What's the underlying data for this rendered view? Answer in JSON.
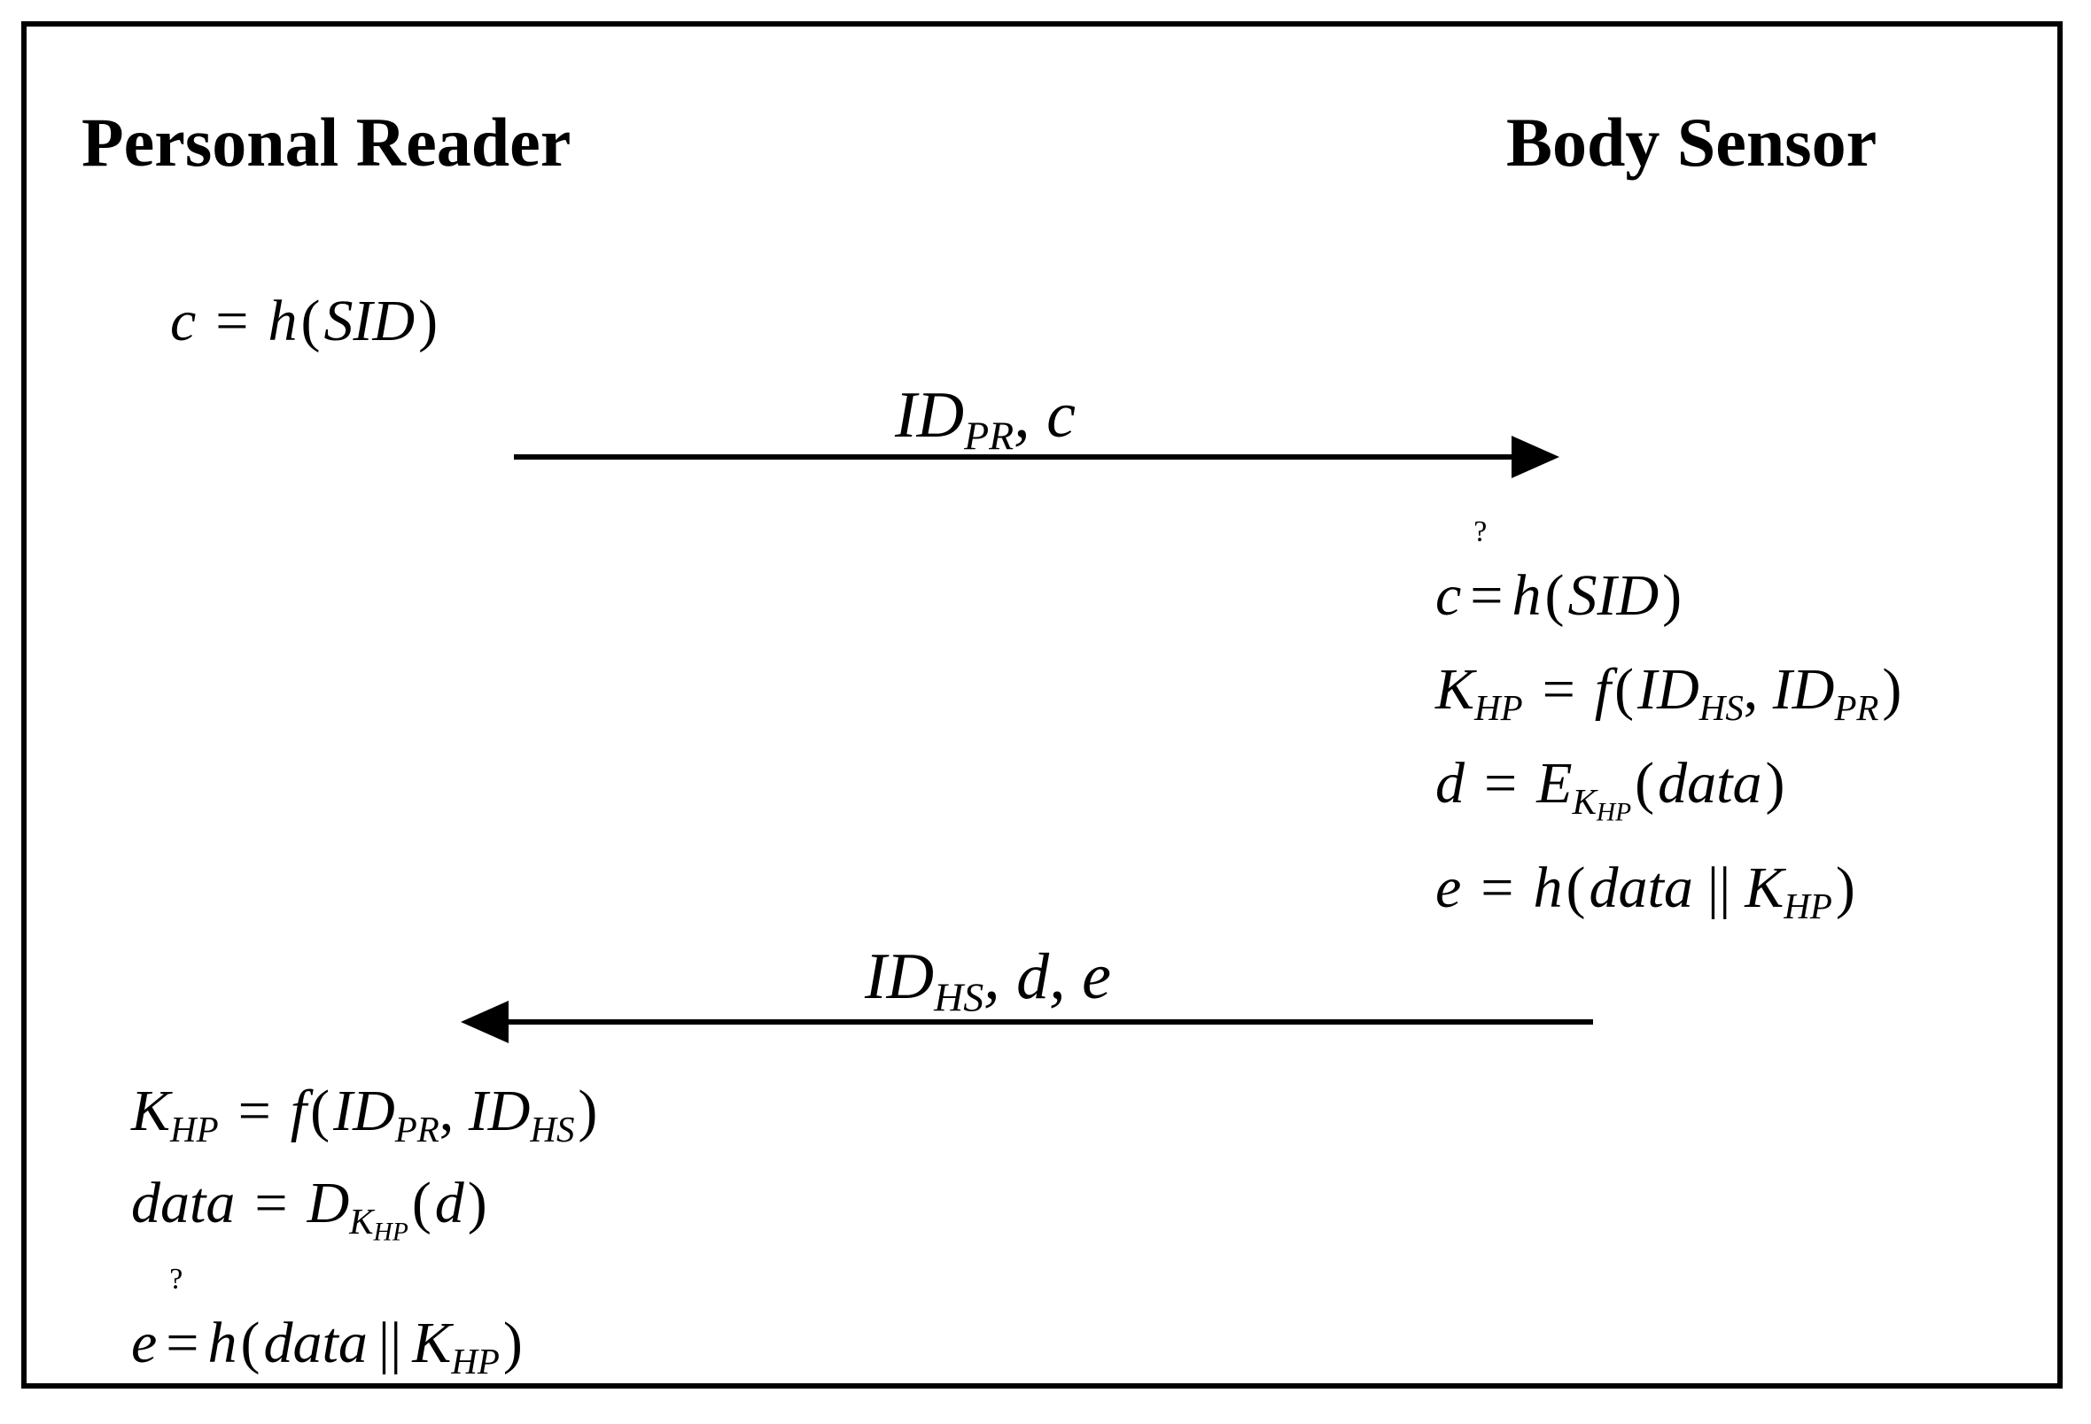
{
  "parties": {
    "left": "Personal Reader",
    "right": "Body Sensor"
  },
  "messages": {
    "msg1": {
      "id": "ID",
      "id_sub": "PR",
      "rest": ", c",
      "direction": "left-to-right"
    },
    "msg2": {
      "id": "ID",
      "id_sub": "HS",
      "rest": ", d, e",
      "direction": "right-to-left"
    }
  },
  "reader": {
    "step1": {
      "lhs": "c",
      "eq": "=",
      "fn": "h",
      "arg": "SID"
    },
    "key": {
      "lhs": "K",
      "lhs_sub": "HP",
      "eq": "=",
      "fn": "f",
      "a1": "ID",
      "a1_sub": "PR",
      "a2": "ID",
      "a2_sub": "HS"
    },
    "decrypt": {
      "lhs": "data",
      "eq": "=",
      "fn": "D",
      "fn_sub": "K",
      "fn_subsub": "HP",
      "arg": "d"
    },
    "verify": {
      "lhs": "e",
      "q": "?",
      "eq": "=",
      "fn": "h",
      "a1": "data",
      "sep": "||",
      "a2": "K",
      "a2_sub": "HP"
    }
  },
  "sensor": {
    "verify": {
      "lhs": "c",
      "q": "?",
      "eq": "=",
      "fn": "h",
      "arg": "SID"
    },
    "key": {
      "lhs": "K",
      "lhs_sub": "HP",
      "eq": "=",
      "fn": "f",
      "a1": "ID",
      "a1_sub": "HS",
      "a2": "ID",
      "a2_sub": "PR"
    },
    "encrypt": {
      "lhs": "d",
      "eq": "=",
      "fn": "E",
      "fn_sub": "K",
      "fn_subsub": "HP",
      "arg": "data"
    },
    "mac": {
      "lhs": "e",
      "eq": "=",
      "fn": "h",
      "a1": "data",
      "sep": "||",
      "a2": "K",
      "a2_sub": "HP"
    }
  }
}
